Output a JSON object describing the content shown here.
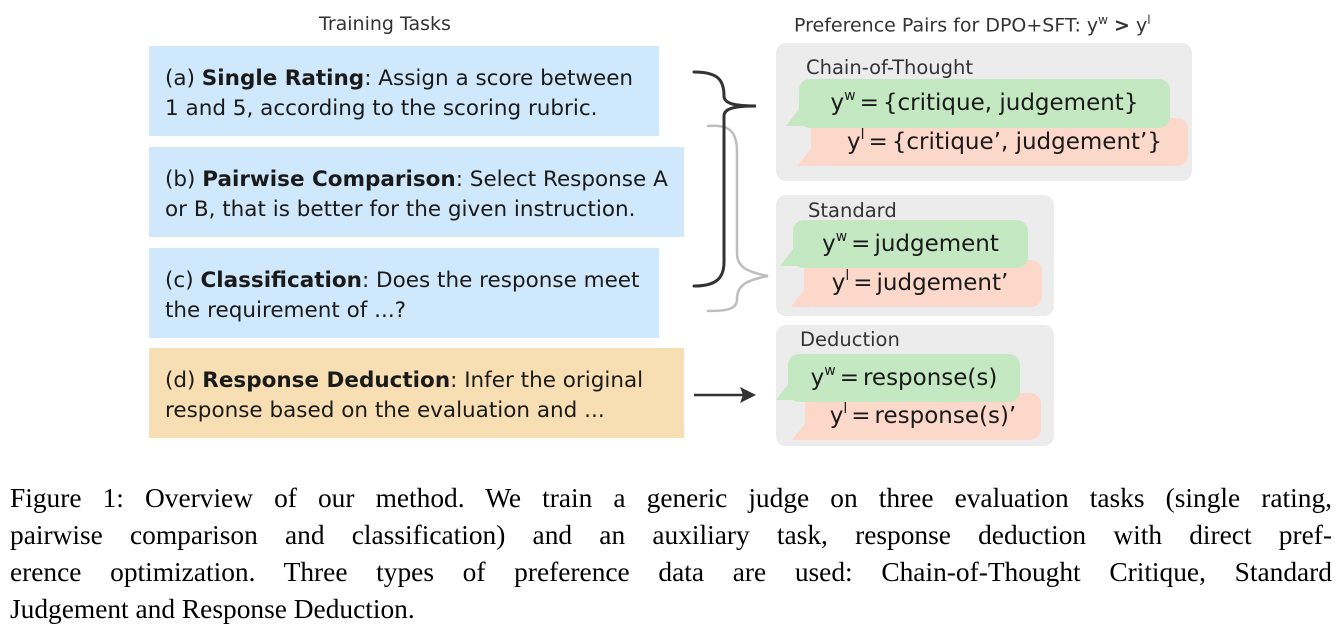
{
  "header": {
    "left_title": "Training Tasks",
    "right_title_prefix": "Preference Pairs for DPO+SFT: y",
    "right_title_sup_w": "w",
    "right_title_gt": ">",
    "right_title_y": "y",
    "right_title_sup_l": "l"
  },
  "tasks": [
    {
      "prefix": "(a) ",
      "name": "Single Rating",
      "line1_rest": ": Assign a score between",
      "line2": "1 and 5, according to the scoring rubric."
    },
    {
      "prefix": "(b) ",
      "name": "Pairwise Comparison",
      "line1_rest": ": Select Response A",
      "line2": "or B, that is better for the given instruction."
    },
    {
      "prefix": "(c) ",
      "name": "Classification",
      "line1_rest": ": Does the response meet",
      "line2": "the requirement of ...?"
    },
    {
      "prefix": "(d) ",
      "name": "Response Deduction",
      "line1_rest": ": Infer the original",
      "line2": "response based on the evaluation and ..."
    }
  ],
  "panels": [
    {
      "label": "Chain-of-Thought",
      "win_y": "y",
      "win_sup": "w",
      "win_eq": "=",
      "win_value": "{critique, judgement}",
      "lose_y": "y",
      "lose_sup": "l",
      "lose_eq": "=",
      "lose_value": "{critique’, judgement’}"
    },
    {
      "label": "Standard",
      "win_y": "y",
      "win_sup": "w",
      "win_eq": "=",
      "win_value": "judgement",
      "lose_y": "y",
      "lose_sup": "l",
      "lose_eq": "=",
      "lose_value": "judgement’"
    },
    {
      "label": "Deduction",
      "win_y": "y",
      "win_sup": "w",
      "win_eq": "=",
      "win_value": "response(s)",
      "lose_y": "y",
      "lose_sup": "l",
      "lose_eq": "=",
      "lose_value": "response(s)’"
    }
  ],
  "caption": {
    "line1": "Figure 1: Overview of our method. We train a generic judge on three evaluation tasks (single rating,",
    "line2": "pairwise comparison and classification) and an auxiliary task, response deduction with direct pref-",
    "line3": "erence optimization. Three types of preference data are used: Chain-of-Thought Critique, Standard",
    "line4": "Judgement and Response Deduction."
  },
  "colors": {
    "task_blue": "#cfe8fb",
    "task_orange": "#f8dfb3",
    "panel_gray": "#ececec",
    "bubble_green": "#c4e8c2",
    "bubble_pink": "#fbd8c9",
    "brace_dark": "#333333",
    "brace_light": "#bdbdbd"
  }
}
